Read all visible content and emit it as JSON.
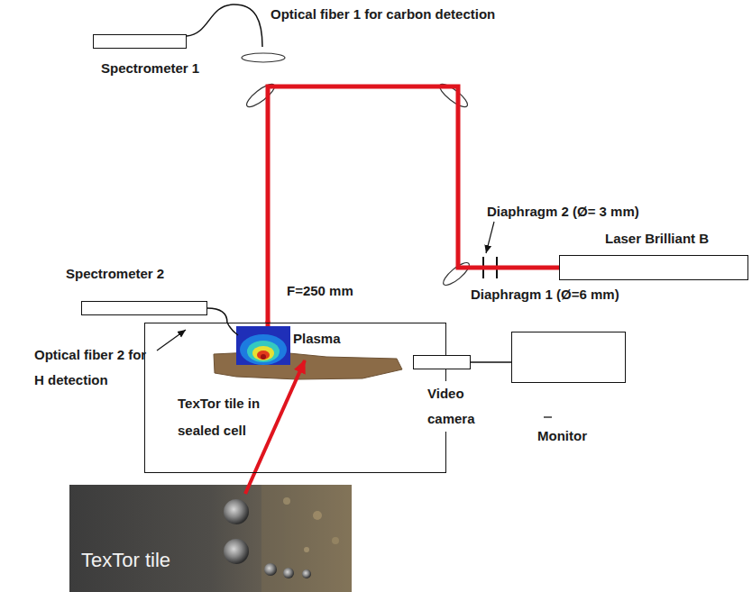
{
  "diagram": {
    "nodes": [
      {
        "text": [
          "Spectrometer 1"
        ]
      },
      {
        "text": [
          "Laser Brilliant B"
        ]
      },
      {
        "text": [
          "Spectrometer 2"
        ]
      },
      {
        "text": [
          "TexTor tile in sealed cell"
        ]
      },
      {
        "text": [
          "Video camera"
        ]
      },
      {
        "text": [
          "Monitor"
        ]
      }
    ],
    "edges": [
      {
        "from": 1,
        "to": 3,
        "arrow": "none"
      },
      {
        "from": 2,
        "to": 3,
        "arrow": "none"
      },
      {
        "from": 4,
        "to": 5,
        "arrow": "none"
      }
    ],
    "labels": [
      "Optical fiber 1 for carbon detection",
      "Diaphragm 2 (Ø= 3 mm)",
      "Diaphragm 1 (Ø=6 mm)",
      "F=250 mm",
      "Optical fiber 2 for H detection",
      "Plasma",
      "TexTor tile"
    ]
  }
}
